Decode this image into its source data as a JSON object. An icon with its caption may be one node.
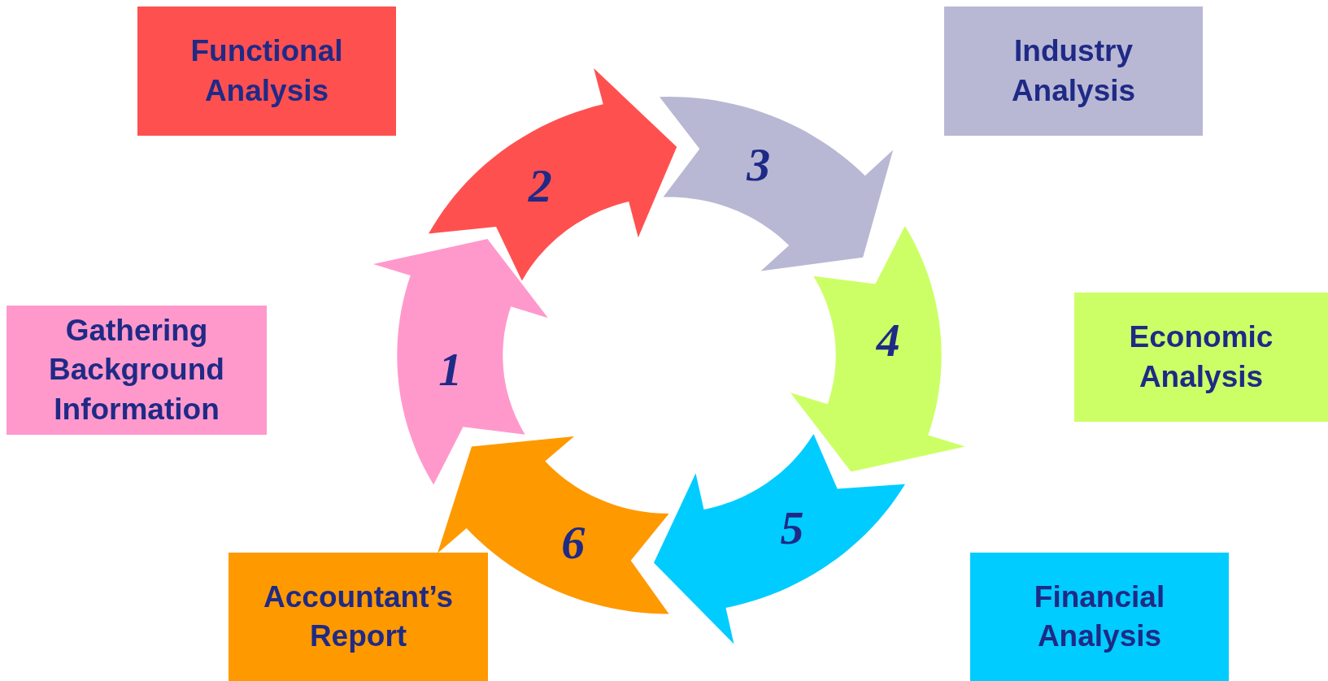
{
  "diagram": {
    "nodes": [
      {
        "text": [
          "Gathering Background Information"
        ]
      },
      {
        "text": [
          "1"
        ]
      },
      {
        "text": [
          "Functional Analysis"
        ]
      },
      {
        "text": [
          "2"
        ]
      },
      {
        "text": [
          "Industry Analysis"
        ]
      },
      {
        "text": [
          "3"
        ]
      },
      {
        "text": [
          "Economic Analysis"
        ]
      },
      {
        "text": [
          "4"
        ]
      },
      {
        "text": [
          "Financial Analysis"
        ]
      },
      {
        "text": [
          "5"
        ]
      },
      {
        "text": [
          "Accountant’s Report"
        ]
      },
      {
        "text": [
          "6"
        ]
      }
    ]
  }
}
